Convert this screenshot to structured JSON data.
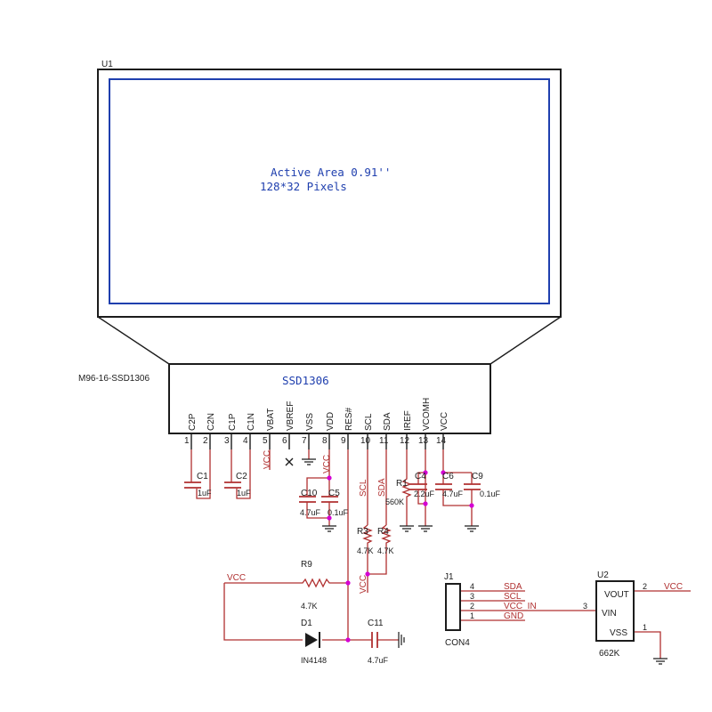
{
  "module_ref": "U1",
  "module_part": "M96-16-SSD1306",
  "display": {
    "line1": "Active Area 0.91''",
    "line2": "128*32 Pixels"
  },
  "ic_name": "SSD1306",
  "pins": [
    {
      "num": "1",
      "name": "C2P"
    },
    {
      "num": "2",
      "name": "C2N"
    },
    {
      "num": "3",
      "name": "C1P"
    },
    {
      "num": "4",
      "name": "C1N"
    },
    {
      "num": "5",
      "name": "VBAT"
    },
    {
      "num": "6",
      "name": "VBREF"
    },
    {
      "num": "7",
      "name": "VSS"
    },
    {
      "num": "8",
      "name": "VDD"
    },
    {
      "num": "9",
      "name": "RES#"
    },
    {
      "num": "10",
      "name": "SCL"
    },
    {
      "num": "11",
      "name": "SDA"
    },
    {
      "num": "12",
      "name": "IREF"
    },
    {
      "num": "13",
      "name": "VCOMH"
    },
    {
      "num": "14",
      "name": "VCC"
    }
  ],
  "nets": {
    "vcc": "VCC",
    "scl": "SCL",
    "sda": "SDA",
    "vcc_in": "VCC_IN",
    "gnd": "GND"
  },
  "components": {
    "c1": {
      "ref": "C1",
      "value": "1uF"
    },
    "c2": {
      "ref": "C2",
      "value": "1uF"
    },
    "c10": {
      "ref": "C10",
      "value": "4.7uF"
    },
    "c5": {
      "ref": "C5",
      "value": "0.1uF"
    },
    "r1": {
      "ref": "R1",
      "value": "560K"
    },
    "c4": {
      "ref": "C4",
      "value": "2.2uF"
    },
    "c6": {
      "ref": "C6",
      "value": "4.7uF"
    },
    "c9": {
      "ref": "C9",
      "value": "0.1uF"
    },
    "r3": {
      "ref": "R3",
      "value": "4.7K"
    },
    "r4": {
      "ref": "R4",
      "value": "4.7K"
    },
    "r9": {
      "ref": "R9",
      "value": "4.7K"
    },
    "d1": {
      "ref": "D1",
      "value": "IN4148"
    },
    "c11": {
      "ref": "C11",
      "value": "4.7uF"
    }
  },
  "connector": {
    "ref": "J1",
    "name": "CON4",
    "pins": [
      {
        "num": "4",
        "net": "SDA"
      },
      {
        "num": "3",
        "net": "SCL"
      },
      {
        "num": "2",
        "net": "VCC_IN"
      },
      {
        "num": "1",
        "net": "GND"
      }
    ]
  },
  "regulator": {
    "ref": "U2",
    "part": "662K",
    "pins": [
      {
        "name": "VOUT",
        "num": "2"
      },
      {
        "name": "VIN",
        "num": "3"
      },
      {
        "name": "VSS",
        "num": "1"
      }
    ]
  }
}
